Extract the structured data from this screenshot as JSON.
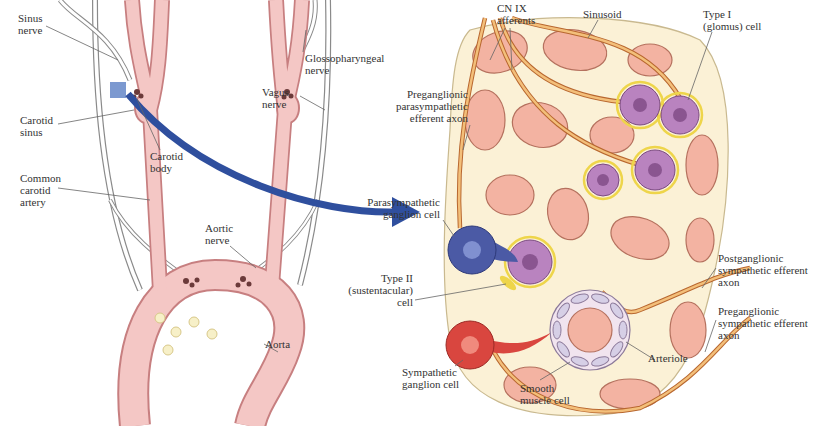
{
  "diagram": {
    "labels": [
      "Sinus nerve",
      "Glossopharyngeal nerve",
      "Carotid sinus",
      "Carotid body",
      "Vagus nerve",
      "Common carotid artery",
      "Aortic nerve",
      "Aorta",
      "CN IX afferents",
      "Sinusoid",
      "Type I (glomus) cell",
      "Preganglionic parasympathetic efferent axon",
      "Parasympathetic ganglion cell",
      "Postganglionic sympathetic efferent axon",
      "Type II (sustentacular) cell",
      "Preganglionic sympathetic efferent axon",
      "Sympathetic ganglion cell",
      "Arteriole",
      "Smooth muscle cell"
    ]
  }
}
